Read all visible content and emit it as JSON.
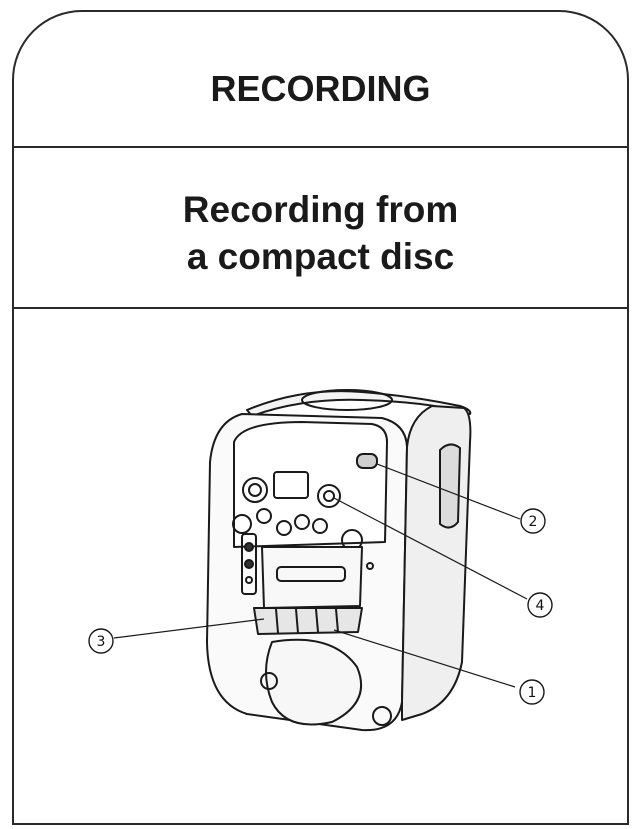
{
  "page": {
    "title": "RECORDING",
    "subtitle_line1": "Recording from",
    "subtitle_line2": "a compact disc"
  },
  "illustration": {
    "callouts": [
      {
        "label": "1"
      },
      {
        "label": "2"
      },
      {
        "label": "3"
      },
      {
        "label": "4"
      }
    ]
  }
}
